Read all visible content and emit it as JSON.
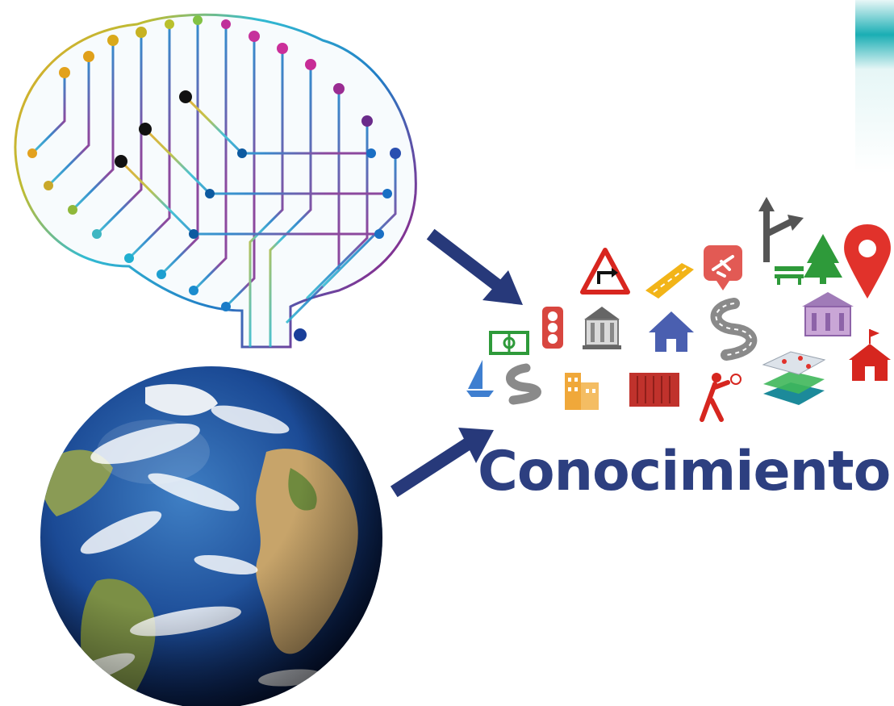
{
  "title": "Conocimiento",
  "colors": {
    "arrow": "#27397a",
    "title": "#2d3f80",
    "accent_teal": "#1fb4b8",
    "ocean": "#1d4f9c",
    "land": "#c9a873"
  },
  "illustrations": {
    "brain": "circuit-brain",
    "earth": "globe-earth"
  },
  "icons": [
    "warning-turn-sign-icon",
    "road-icon",
    "airport-icon",
    "direction-arrows-icon",
    "park-bench-icon",
    "tree-icon",
    "map-pin-icon",
    "traffic-light-icon",
    "bank-icon",
    "house-icon",
    "winding-road-icon",
    "museum-icon",
    "stadium-icon",
    "sailboat-icon",
    "curvy-road-icon",
    "apartment-icon",
    "container-icon",
    "tennis-player-icon",
    "map-layers-icon",
    "school-icon"
  ]
}
